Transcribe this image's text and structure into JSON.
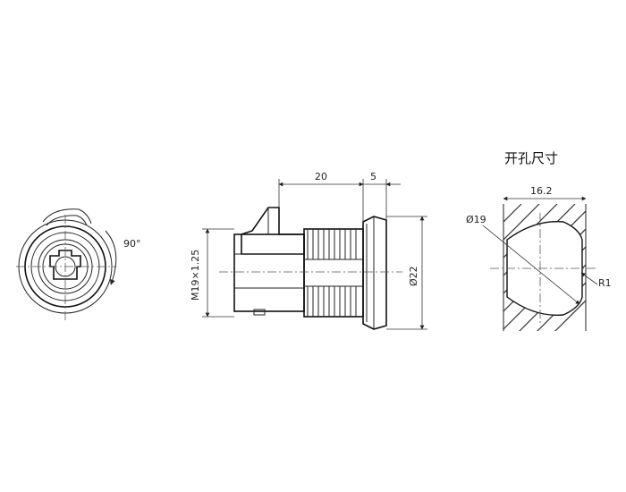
{
  "front_view": {
    "rotation_label": "90°"
  },
  "side_view": {
    "dim_length_a": "20",
    "dim_length_b": "5",
    "dim_thread": "M19×1.25",
    "dim_head_dia": "Ø22"
  },
  "cutout_view": {
    "title": "开孔尺寸",
    "dim_width": "16.2",
    "dim_dia": "Ø19",
    "dim_radius": "R1"
  }
}
